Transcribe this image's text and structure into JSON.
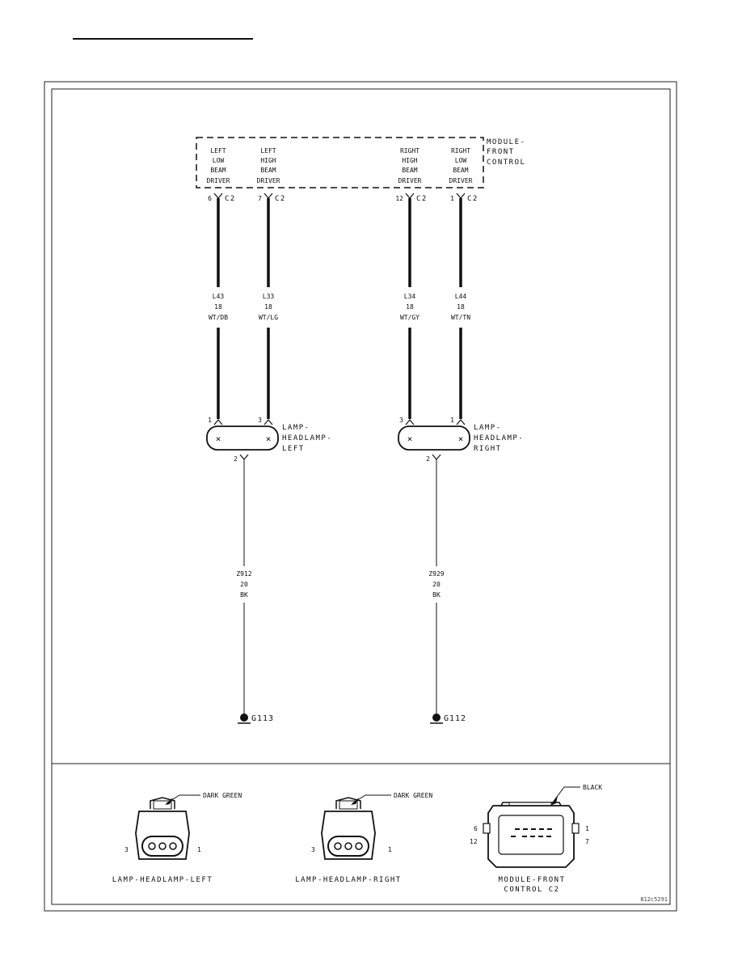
{
  "module": {
    "name_lines": [
      "MODULE-",
      "FRONT",
      "CONTROL"
    ],
    "connector": "C2",
    "drivers": [
      {
        "lines": [
          "LEFT",
          "LOW",
          "BEAM",
          "DRIVER"
        ],
        "pin": "6"
      },
      {
        "lines": [
          "LEFT",
          "HIGH",
          "BEAM",
          "DRIVER"
        ],
        "pin": "7"
      },
      {
        "lines": [
          "RIGHT",
          "HIGH",
          "BEAM",
          "DRIVER"
        ],
        "pin": "12"
      },
      {
        "lines": [
          "RIGHT",
          "LOW",
          "BEAM",
          "DRIVER"
        ],
        "pin": "1"
      }
    ]
  },
  "circuits": [
    {
      "id": "L43",
      "gauge": "18",
      "color": "WT/DB"
    },
    {
      "id": "L33",
      "gauge": "18",
      "color": "WT/LG"
    },
    {
      "id": "L34",
      "gauge": "18",
      "color": "WT/GY"
    },
    {
      "id": "L44",
      "gauge": "18",
      "color": "WT/TN"
    }
  ],
  "lamps": [
    {
      "name_lines": [
        "LAMP-",
        "HEADLAMP-",
        "LEFT"
      ],
      "pin_left": "1",
      "pin_right": "3",
      "ground_pin": "2"
    },
    {
      "name_lines": [
        "LAMP-",
        "HEADLAMP-",
        "RIGHT"
      ],
      "pin_left": "3",
      "pin_right": "1",
      "ground_pin": "2"
    }
  ],
  "grounds": [
    {
      "circuit": "Z912",
      "gauge": "20",
      "color": "BK",
      "label": "G113"
    },
    {
      "circuit": "Z929",
      "gauge": "20",
      "color": "BK",
      "label": "G112"
    }
  ],
  "connectors": [
    {
      "callout": "DARK GREEN",
      "pin_left": "3",
      "pin_right": "1",
      "caption": "LAMP-HEADLAMP-LEFT"
    },
    {
      "callout": "DARK GREEN",
      "pin_left": "3",
      "pin_right": "1",
      "caption": "LAMP-HEADLAMP-RIGHT"
    },
    {
      "callout": "BLACK",
      "pins_left": [
        "6",
        "12"
      ],
      "pins_right": [
        "1",
        "7"
      ],
      "caption_lines": [
        "MODULE-FRONT",
        "CONTROL C2"
      ]
    }
  ],
  "figure_id": "812c5291"
}
